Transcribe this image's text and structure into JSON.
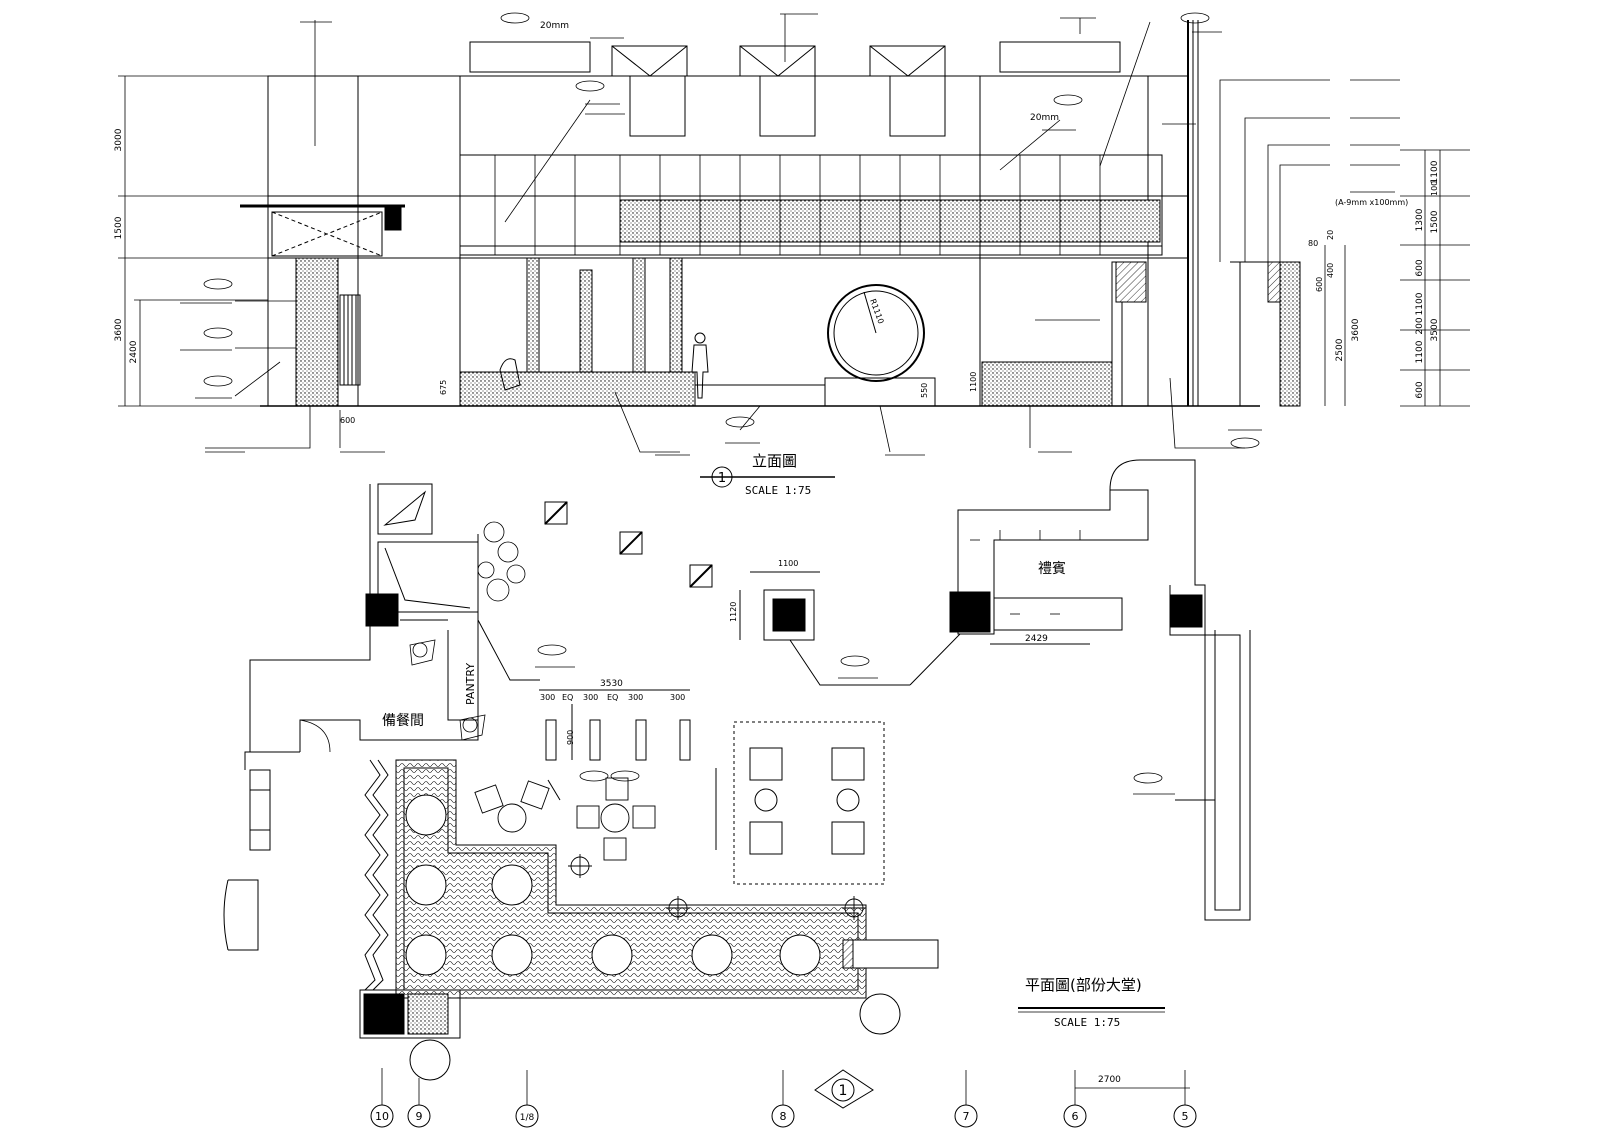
{
  "elevation": {
    "title": "立面圖",
    "ref_number": "1",
    "scale": "SCALE 1:75",
    "left_dims": [
      "3000",
      "1500",
      "3600",
      "2400"
    ],
    "right_dims": [
      "1100",
      "1300",
      "1500",
      "600",
      "1100",
      "200",
      "1100",
      "600",
      "3600",
      "2500",
      "3500",
      "80",
      "20",
      "400",
      "600",
      "100"
    ],
    "small_dims": [
      "675",
      "600",
      "550",
      "1100",
      "R1110"
    ],
    "label_20mm": "20mm",
    "label_9mm": "(A-9mm x100mm)"
  },
  "plan": {
    "title": "平面圖(部份大堂)",
    "scale": "SCALE 1:75",
    "rooms": {
      "pantry": "PANTRY",
      "dining": "備餐間",
      "service": "禮賓"
    },
    "dims": {
      "overall": "3530",
      "seg": [
        "300",
        "EQ",
        "300",
        "EQ",
        "300",
        "300"
      ],
      "d900": "900",
      "d1100": "1100",
      "d1120": "1120",
      "d2429": "2429",
      "grid_span": "2700"
    },
    "grid_labels": [
      "10",
      "9",
      "1/8",
      "8",
      "7",
      "6",
      "5"
    ],
    "section_marker": "1"
  }
}
